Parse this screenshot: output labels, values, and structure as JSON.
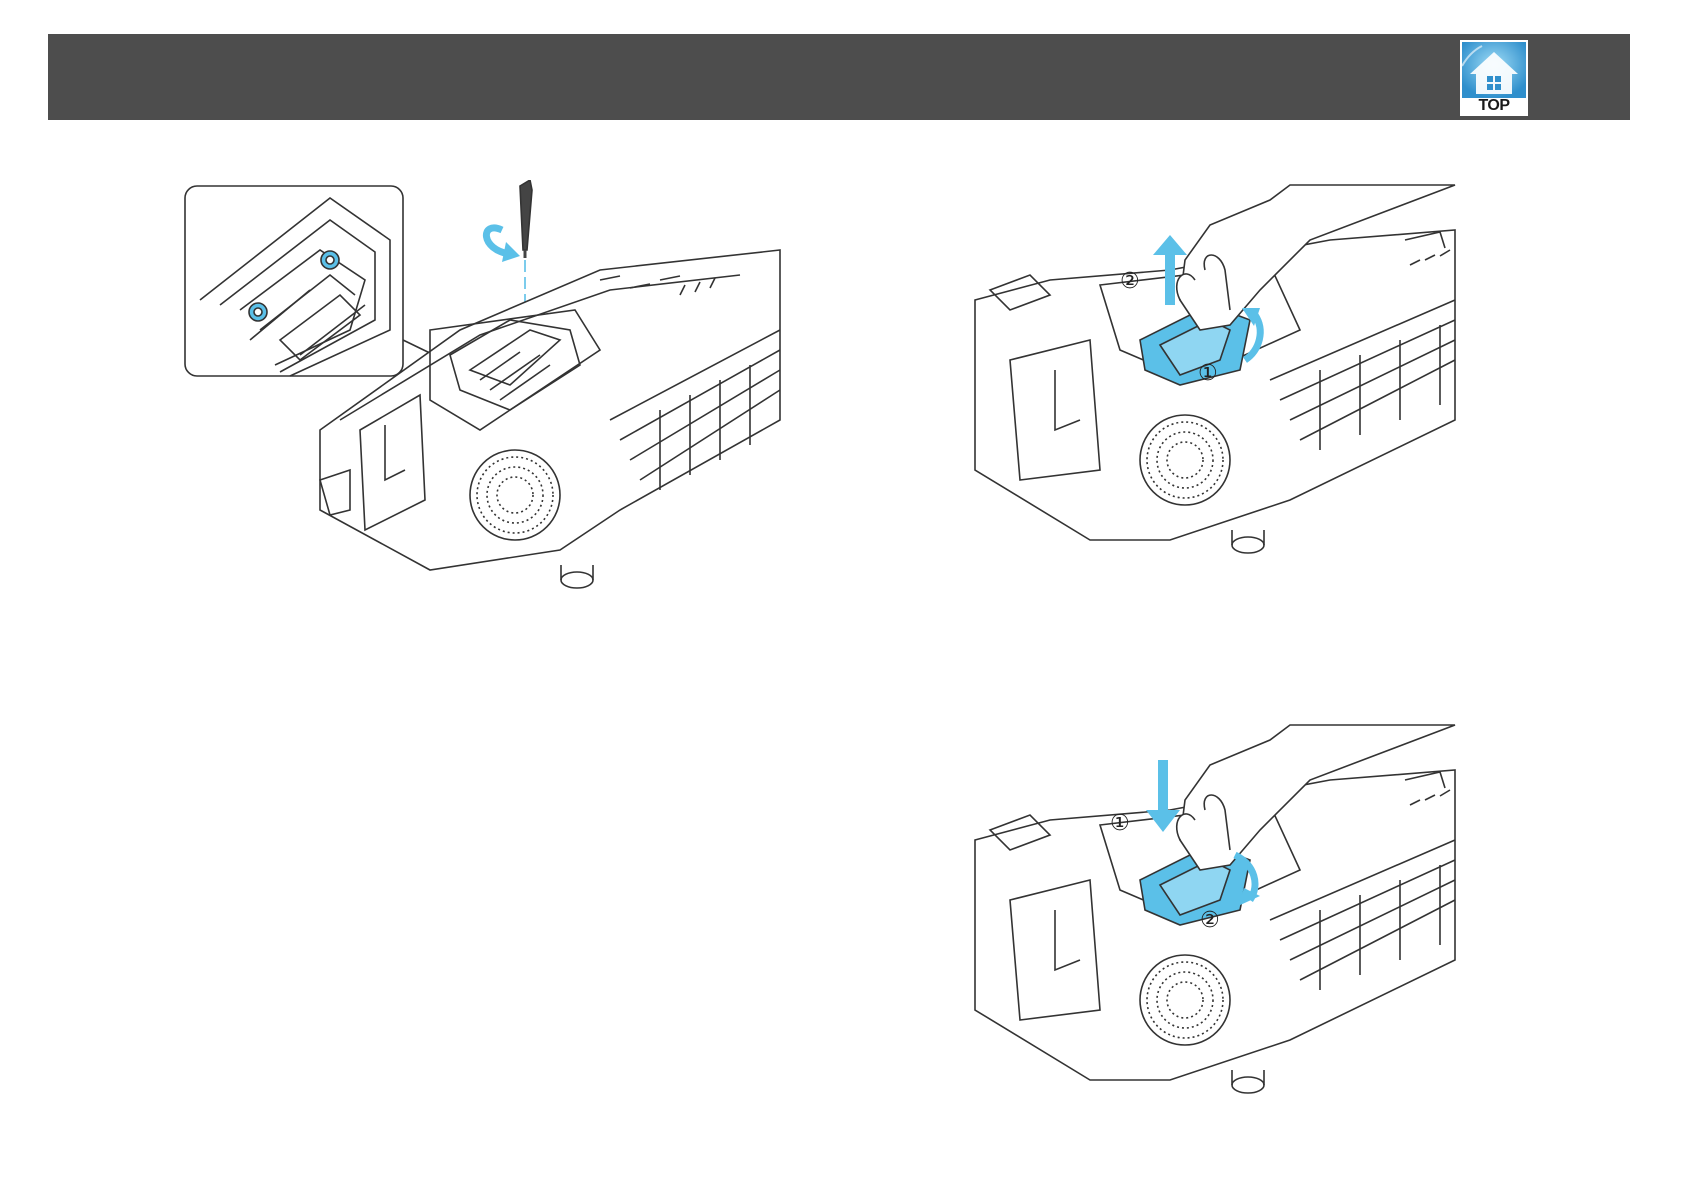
{
  "header": {
    "top_button": {
      "label": "TOP",
      "icon": "home-house-icon",
      "color": "#4aa3d8"
    }
  },
  "colors": {
    "header_background": "#4d4d4d",
    "accent_blue": "#5bc0e8",
    "line": "#333333"
  },
  "illustrations": [
    {
      "id": "loosen-lamp-screws",
      "icon": "screwdriver-icon",
      "has_inset_detail": true,
      "step_markers": []
    },
    {
      "id": "remove-lamp",
      "icon": "hand-icon",
      "step_markers": [
        "①",
        "②"
      ]
    },
    {
      "id": "insert-new-lamp",
      "icon": "hand-icon",
      "step_markers": [
        "①",
        "②"
      ]
    }
  ]
}
